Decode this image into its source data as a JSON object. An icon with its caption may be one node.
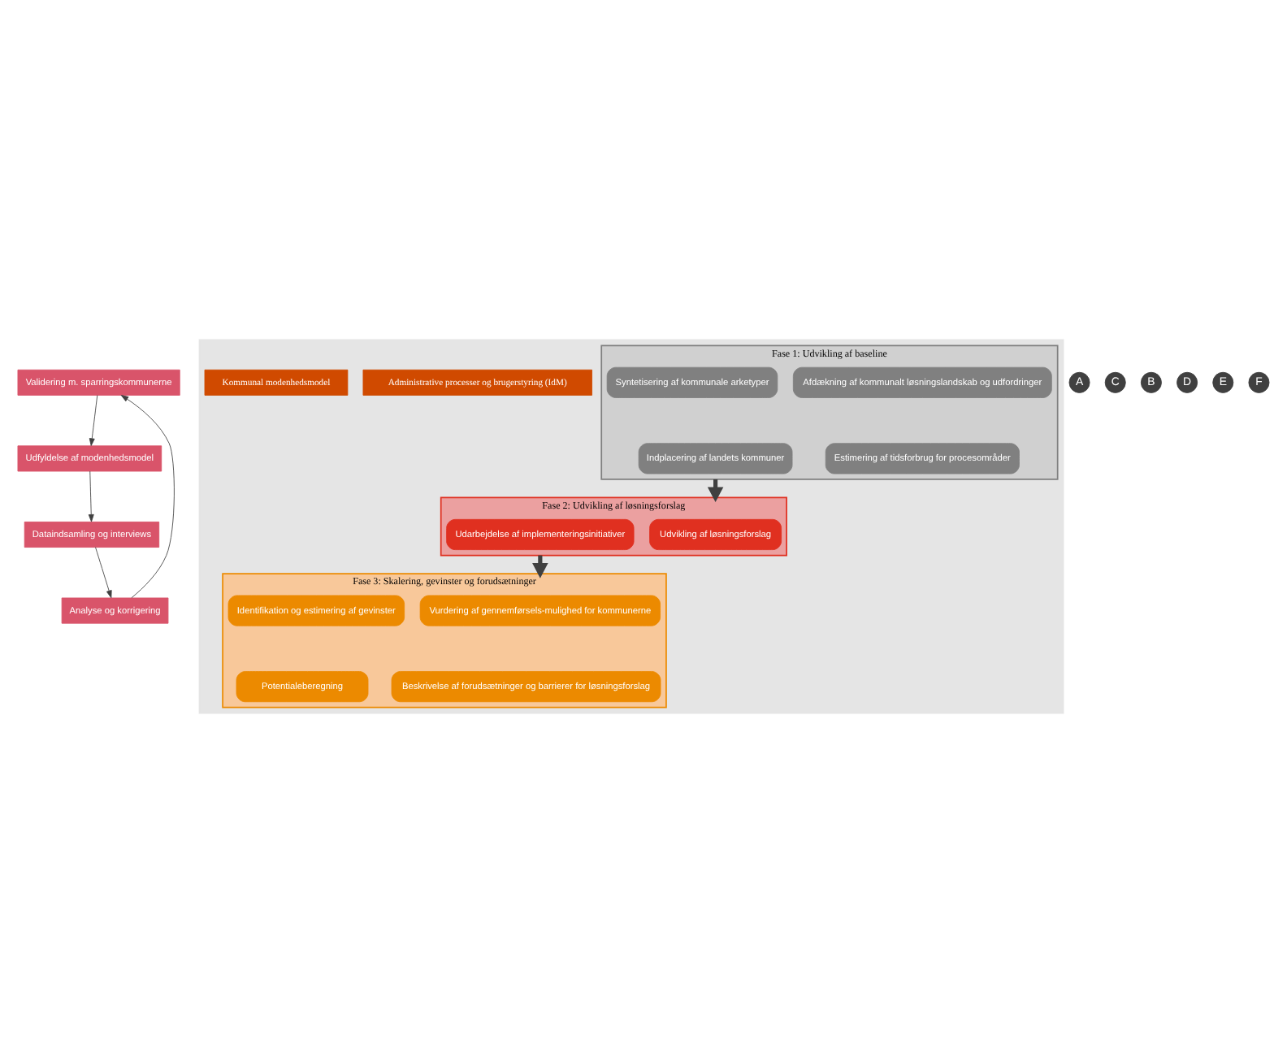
{
  "diagram": {
    "nodes": [
      {
        "text": [
          "Validering m. sparringskommunerne"
        ]
      },
      {
        "text": [
          "Analyse og korrigering"
        ]
      },
      {
        "text": [],
        "shape": "box"
      },
      {
        "text": [
          "Administrative processer og brugerstyring (IdM)"
        ],
        "in": 2
      },
      {
        "text": [
          "Fase 1: Udvikling af baseline"
        ],
        "in": 2
      },
      {
        "text": [
          "Afdækning af kommunalt løsningslandskab og udfordringer"
        ],
        "in": 4
      },
      {
        "text": [
          "Syntetisering af kommunale arketyper"
        ],
        "in": 4
      },
      {
        "text": [
          "Estimering af tidsforbrug for procesområder"
        ],
        "in": 4
      },
      {
        "text": [
          "Indplacering af landets kommuner"
        ],
        "in": 4
      },
      {
        "text": [
          "Fase 2: Udvikling af løsningsforslag"
        ],
        "in": 2
      },
      {
        "text": [
          "Udvikling af løsningsforslag"
        ],
        "in": 9
      },
      {
        "text": [
          "Udarbejdelse af implementeringsinitiativer"
        ],
        "in": 9
      },
      {
        "text": [
          "Fase 3: Skalering, gevinster og forudsætninger"
        ],
        "in": 2
      },
      {
        "text": [
          "Vurdering af gennemførsels-mulighed for kommunerne"
        ],
        "in": 12
      },
      {
        "text": [
          "Identifikation og estimering af gevinster"
        ],
        "in": 12
      },
      {
        "text": [
          "Beskrivelse af forudsætninger og barrierer for løsningsforslag"
        ],
        "in": 12
      },
      {
        "text": [
          "Potentialeberegning"
        ],
        "in": 12
      },
      {
        "text": [
          "Kommunal modenhedsmodel"
        ],
        "in": 2
      },
      {
        "text": [
          "Udfyldelse af modenhedsmodel"
        ]
      },
      {
        "text": [
          "Dataindsamling og interviews"
        ]
      },
      {
        "text": [
          "A"
        ]
      },
      {
        "text": [
          "C"
        ]
      },
      {
        "text": [
          "B"
        ]
      },
      {
        "text": [
          "D"
        ]
      },
      {
        "text": [
          "E"
        ]
      },
      {
        "text": [
          "F"
        ]
      }
    ],
    "edges": [
      {
        "from": 0,
        "to": 18,
        "arrow": "to"
      },
      {
        "from": 18,
        "to": 19,
        "arrow": "to"
      },
      {
        "from": 19,
        "to": 1,
        "arrow": "to"
      },
      {
        "from": 1,
        "to": 0,
        "arrow": "to"
      },
      {
        "from": 4,
        "to": 9,
        "arrow": "to",
        "style": "thick"
      },
      {
        "from": 9,
        "to": 12,
        "arrow": "to",
        "style": "thick"
      }
    ]
  }
}
